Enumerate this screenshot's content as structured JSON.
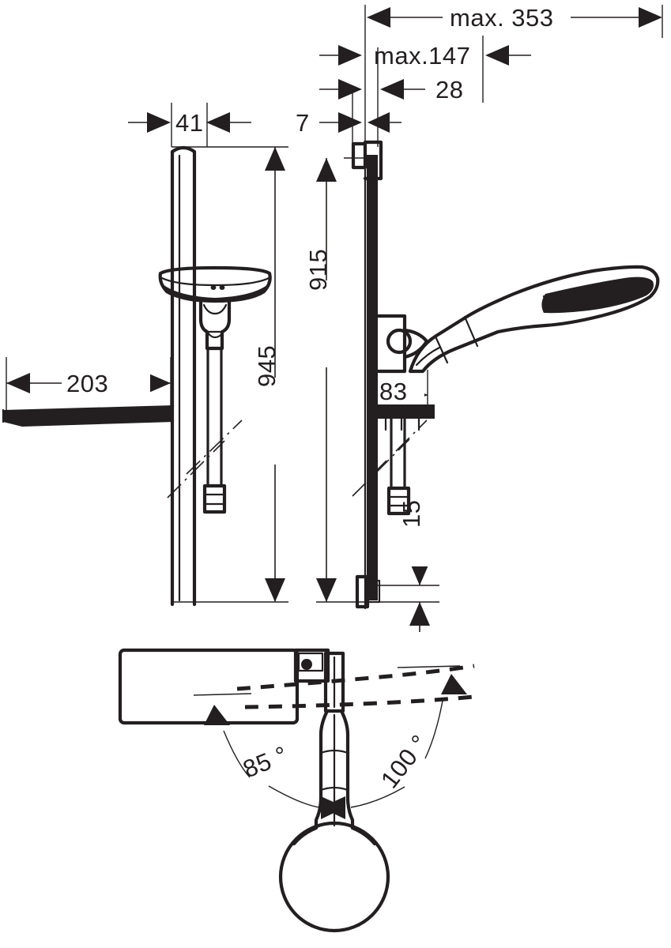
{
  "document": {
    "type": "technical-dimension-drawing",
    "subject": "shower rail set with hand shower, soap dish and hose",
    "views": [
      "front-elevation",
      "side-elevation",
      "bottom-plan"
    ],
    "unit": "mm",
    "line_color": "#231f20",
    "background_color": "#ffffff"
  },
  "dimensions": {
    "max_projection": "max. 353",
    "max_bracket_projection": "max.147",
    "bracket_offset": "28",
    "rail_thickness": "7",
    "soap_dish_width": "41",
    "hose_length_horizontal": "203",
    "overall_height": "945",
    "rail_height": "915",
    "holder_projection": "83",
    "bottom_clearance": "15"
  },
  "angles": {
    "rear_swivel": "85 °",
    "front_swivel": "100 °"
  },
  "labels": [
    {
      "id": "max-353",
      "text": "max. 353",
      "orientation": "horizontal"
    },
    {
      "id": "max-147",
      "text": "max.147",
      "orientation": "horizontal"
    },
    {
      "id": "dim-28",
      "text": "28",
      "orientation": "horizontal"
    },
    {
      "id": "dim-7",
      "text": "7",
      "orientation": "horizontal"
    },
    {
      "id": "dim-41",
      "text": "41",
      "orientation": "horizontal"
    },
    {
      "id": "dim-203",
      "text": "203",
      "orientation": "horizontal"
    },
    {
      "id": "dim-945",
      "text": "945",
      "orientation": "vertical"
    },
    {
      "id": "dim-915",
      "text": "915",
      "orientation": "vertical"
    },
    {
      "id": "dim-83",
      "text": "83",
      "orientation": "horizontal"
    },
    {
      "id": "dim-15",
      "text": "15",
      "orientation": "vertical"
    },
    {
      "id": "angle-85",
      "text": "85 °",
      "orientation": "rotated"
    },
    {
      "id": "angle-100",
      "text": "100 °",
      "orientation": "rotated"
    }
  ]
}
